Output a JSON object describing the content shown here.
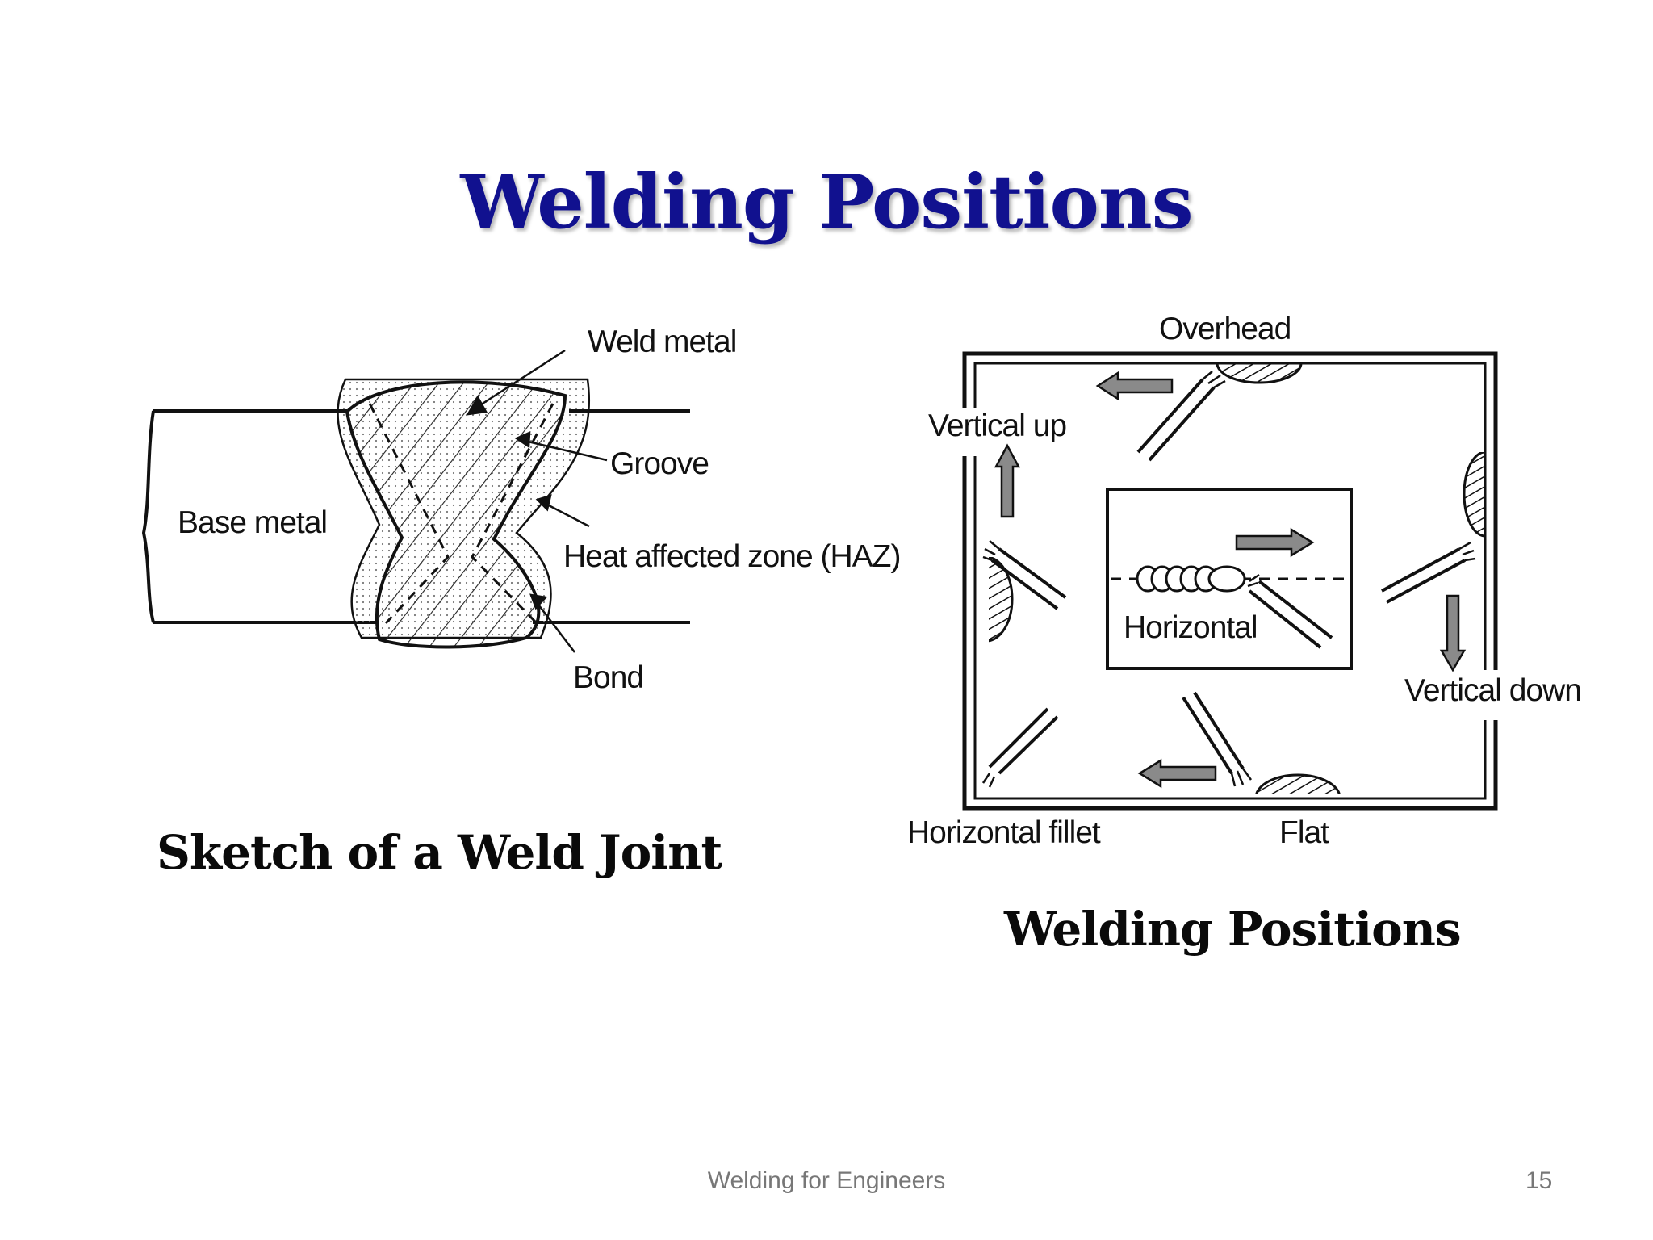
{
  "slide": {
    "title": "Welding Positions",
    "footer_text": "Welding for Engineers",
    "page_number": "15"
  },
  "weld_joint": {
    "caption": "Sketch of  a Weld Joint",
    "labels": {
      "weld_metal": "Weld metal",
      "groove": "Groove",
      "base_metal": "Base metal",
      "haz": "Heat affected zone (HAZ)",
      "bond": "Bond"
    }
  },
  "positions": {
    "caption": "Welding Positions",
    "labels": {
      "overhead": "Overhead",
      "vertical_up": "Vertical up",
      "horizontal": "Horizontal",
      "vertical_down": "Vertical down",
      "horizontal_fillet": "Horizontal fillet",
      "flat": "Flat"
    }
  }
}
